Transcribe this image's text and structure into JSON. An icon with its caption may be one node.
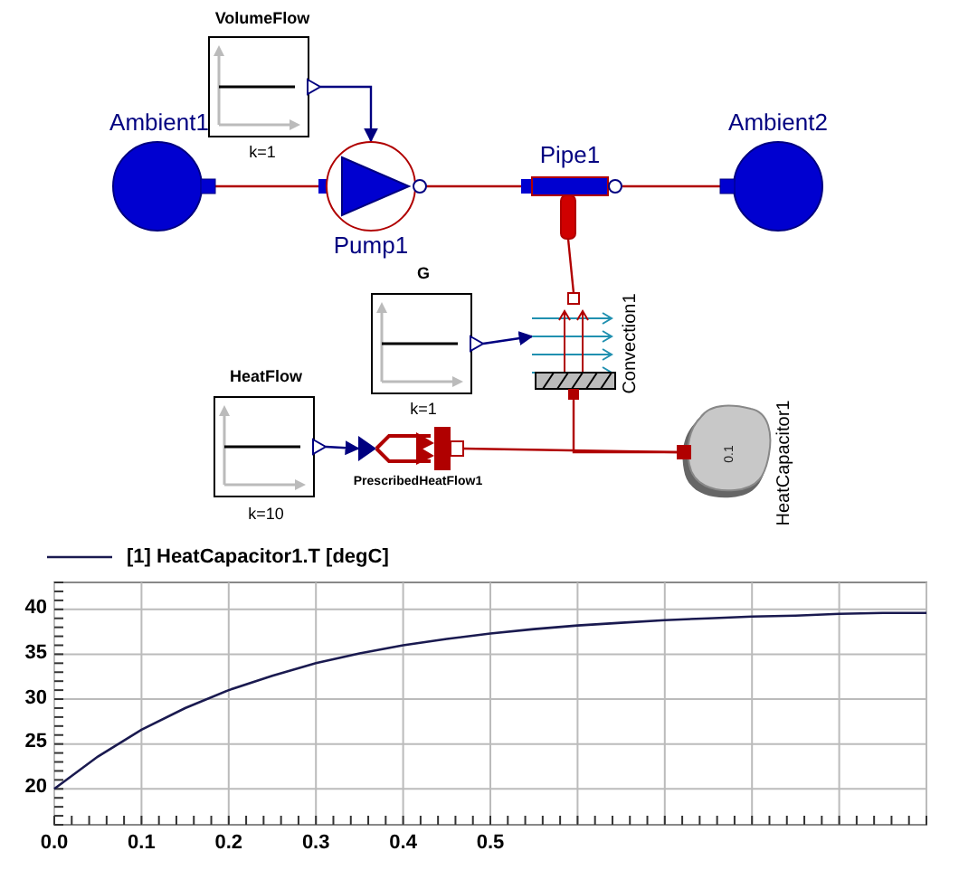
{
  "diagram": {
    "nodes": [
      {
        "text": [
          "VolumeFlow",
          "k=1"
        ]
      },
      {
        "text": [
          "Ambient1"
        ]
      },
      {
        "text": [
          "Pump1"
        ]
      },
      {
        "text": [
          "Pipe1"
        ]
      },
      {
        "text": [
          "Ambient2"
        ]
      },
      {
        "text": [
          "G",
          "k=1"
        ]
      },
      {
        "text": [
          "Convection1"
        ]
      },
      {
        "text": [
          "HeatFlow",
          "k=10"
        ]
      },
      {
        "text": [
          "PrescribedHeatFlow1"
        ]
      },
      {
        "text": [
          "0.1",
          "HeatCapacitor1"
        ]
      }
    ],
    "edges": [
      {
        "from": 0,
        "to": 2,
        "arrow": "to",
        "color": "#000080"
      },
      {
        "from": 1,
        "to": 2,
        "arrow": "none"
      },
      {
        "from": 2,
        "to": 3,
        "arrow": "none"
      },
      {
        "from": 3,
        "to": 4,
        "arrow": "none"
      },
      {
        "from": 3,
        "to": 6,
        "arrow": "none"
      },
      {
        "from": 5,
        "to": 6,
        "arrow": "to",
        "color": "#000080"
      },
      {
        "from": 7,
        "to": 8,
        "arrow": "to",
        "color": "#000080"
      },
      {
        "from": 8,
        "to": 9,
        "arrow": "none"
      },
      {
        "from": 6,
        "to": 9,
        "arrow": "none"
      }
    ],
    "chart_data": {
      "type": "line",
      "x": [
        0,
        0.05,
        0.1,
        0.15,
        0.2,
        0.25,
        0.3,
        0.35,
        0.4,
        0.45,
        0.5,
        0.55,
        0.6,
        0.65,
        0.7,
        0.75,
        0.8,
        0.85,
        0.9,
        0.95,
        1.0
      ],
      "series": [
        {
          "name": "[1] HeatCapacitor1.T [degC]",
          "color": "#1a1a50",
          "values": [
            20,
            23.6,
            26.6,
            29.0,
            31.0,
            32.6,
            34.0,
            35.1,
            36.0,
            36.7,
            37.3,
            37.8,
            38.2,
            38.5,
            38.8,
            39.0,
            39.2,
            39.3,
            39.5,
            39.6,
            39.6
          ]
        }
      ],
      "xlim": [
        0,
        1
      ],
      "ylim": [
        16,
        43
      ],
      "xticks": [
        {
          "value": 0,
          "label": "0.0"
        },
        {
          "value": 0.1,
          "label": "0.1"
        },
        {
          "value": 0.2,
          "label": "0.2"
        },
        {
          "value": 0.3,
          "label": "0.3"
        },
        {
          "value": 0.4,
          "label": "0.4"
        },
        {
          "value": 0.5,
          "label": "0.5"
        }
      ],
      "yticks": [
        20,
        25,
        30,
        35,
        40
      ],
      "grid": true
    }
  }
}
